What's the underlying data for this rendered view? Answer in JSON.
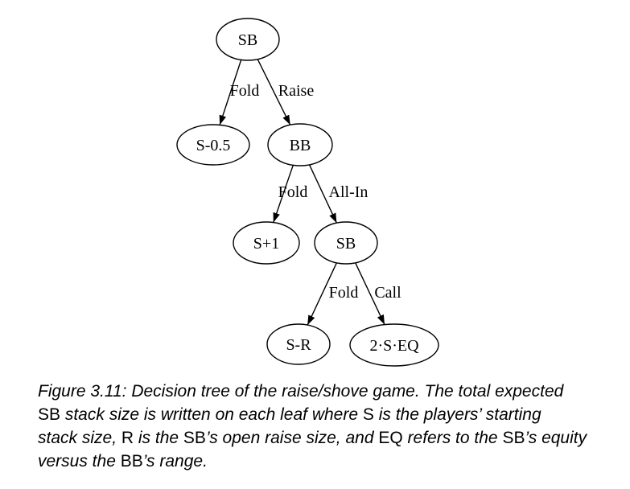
{
  "figure": {
    "colors": {
      "background": "#ffffff",
      "stroke": "#000000",
      "text": "#000000"
    },
    "tree": {
      "nodes": [
        {
          "id": "sb-root",
          "label": "SB"
        },
        {
          "id": "fold-leaf",
          "label": "S-0.5"
        },
        {
          "id": "bb",
          "label": "BB"
        },
        {
          "id": "bb-fold-leaf",
          "label": "S+1"
        },
        {
          "id": "sb-2",
          "label": "SB"
        },
        {
          "id": "sb-fold-leaf",
          "label": "S-R"
        },
        {
          "id": "call-leaf",
          "label": "2·S·EQ"
        }
      ],
      "edges": [
        {
          "from": "sb-root",
          "to": "fold-leaf",
          "label": "Fold"
        },
        {
          "from": "sb-root",
          "to": "bb",
          "label": "Raise"
        },
        {
          "from": "bb",
          "to": "bb-fold-leaf",
          "label": "Fold"
        },
        {
          "from": "bb",
          "to": "sb-2",
          "label": "All-In"
        },
        {
          "from": "sb-2",
          "to": "sb-fold-leaf",
          "label": "Fold"
        },
        {
          "from": "sb-2",
          "to": "call-leaf",
          "label": "Call"
        }
      ]
    },
    "caption": {
      "lines": [
        {
          "segments": [
            {
              "text": "Figure 3.11: Decision tree of the raise/shove game. The total expected",
              "style": "italic"
            }
          ]
        },
        {
          "segments": [
            {
              "text": "SB",
              "style": "upright"
            },
            {
              "text": " stack size is written on each leaf where ",
              "style": "italic"
            },
            {
              "text": "S",
              "style": "upright"
            },
            {
              "text": " is the players’ starting",
              "style": "italic"
            }
          ]
        },
        {
          "segments": [
            {
              "text": "stack size, ",
              "style": "italic"
            },
            {
              "text": "R",
              "style": "upright"
            },
            {
              "text": " is the ",
              "style": "italic"
            },
            {
              "text": "SB",
              "style": "upright"
            },
            {
              "text": "’s open raise size, and ",
              "style": "italic"
            },
            {
              "text": "EQ",
              "style": "upright"
            },
            {
              "text": " refers to the ",
              "style": "italic"
            },
            {
              "text": "SB",
              "style": "upright"
            },
            {
              "text": "’s equity",
              "style": "italic"
            }
          ]
        },
        {
          "segments": [
            {
              "text": "versus the ",
              "style": "italic"
            },
            {
              "text": "BB",
              "style": "upright"
            },
            {
              "text": "’s range.",
              "style": "italic"
            }
          ]
        }
      ]
    }
  }
}
